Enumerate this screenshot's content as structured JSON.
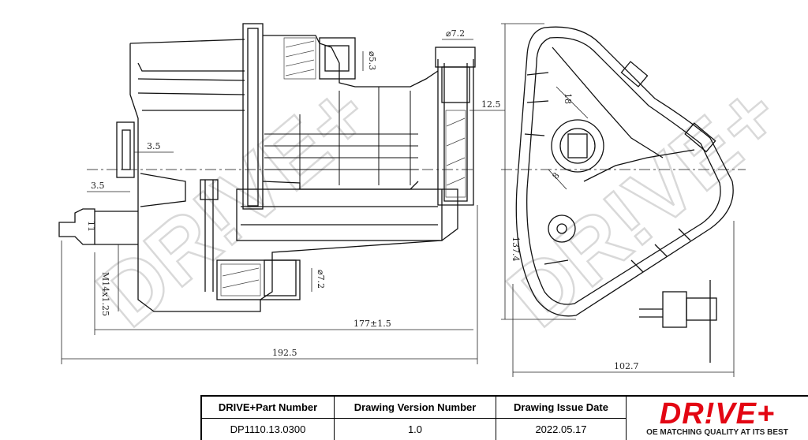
{
  "dimensions": {
    "d7_2_top": "⌀7.2",
    "d5_3": "⌀5.3",
    "d12_5": "12.5",
    "d3_5_a": "3.5",
    "d3_5_b": "3.5",
    "d11": "11",
    "m14": "M14x1.25",
    "d7_2_bottom": "⌀7.2",
    "d177": "177±1.5",
    "d192_5": "192.5",
    "d18": "18",
    "d8": "8",
    "d137_4": "137.4",
    "d102_7": "102.7"
  },
  "title_block": {
    "part_number_label": "DRIVE+Part Number",
    "part_number_value": "DP1110.13.0300",
    "version_label": "Drawing Version Number",
    "version_value": "1.0",
    "date_label": "Drawing Issue Date",
    "date_value": "2022.05.17"
  },
  "logo": {
    "brand": "DR!VE+",
    "tagline": "OE MATCHING QUALITY AT ITS BEST",
    "color": "#e30613"
  }
}
